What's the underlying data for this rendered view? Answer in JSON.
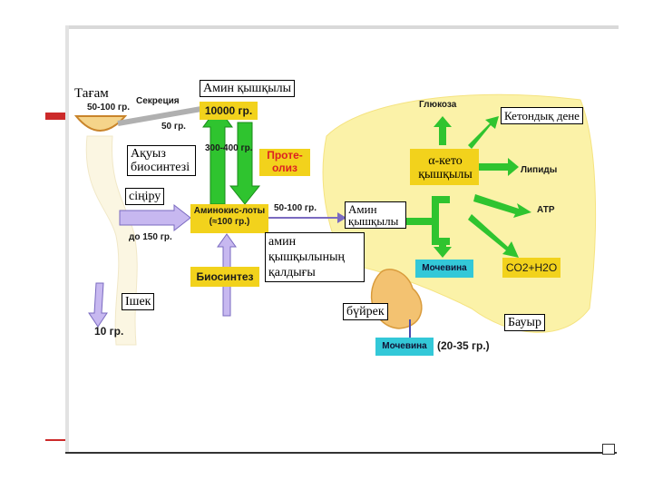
{
  "labels": {
    "tagam": "Тағам",
    "food_amount": "50-100 гр.",
    "secretion": "Секреция",
    "secretion_amount": "50 гр.",
    "amino_acid_top": "Амин қышқылы",
    "amount_10000": "10000 гр.",
    "range_300_400": "300-400 гр.",
    "protein_biosynthesis": "Ақуыз биосинтезі",
    "proteolysis": "Проте-олиз",
    "absorption": "сіңіру",
    "aminoacid_pool": "Аминокис-лоты (≈100 гр.)",
    "to_150": "до 150 гр.",
    "amount_50_100": "50-100 гр.",
    "amino_acid_right": "Амин қышқылы",
    "residue": "амин қышқылының қалдығы",
    "biosynthesis": "Биосинтез",
    "intestine": "Ішек",
    "ten_gr": "10 гр.",
    "kidney": "бүйрек",
    "urea_bottom": "Мочевина",
    "range_20_35": "(20-35 гр.)",
    "glucose": "Глюкоза",
    "ketone_body": "Кетондық дене",
    "keto_acid": "α-кето қышқылы",
    "lipids": "Липиды",
    "atp": "АТР",
    "urea_liver": "Мочевина",
    "co2_h2o": "CO2+H2O",
    "liver": "Бауыр"
  },
  "colors": {
    "green_arrow": "#2fc42f",
    "yellow_box": "#f2d21c",
    "cyan_box": "#33c8d8",
    "liver_fill": "#fbf2a8",
    "violet_arrow": "#c7b8f0",
    "red_text": "#dd2222"
  }
}
